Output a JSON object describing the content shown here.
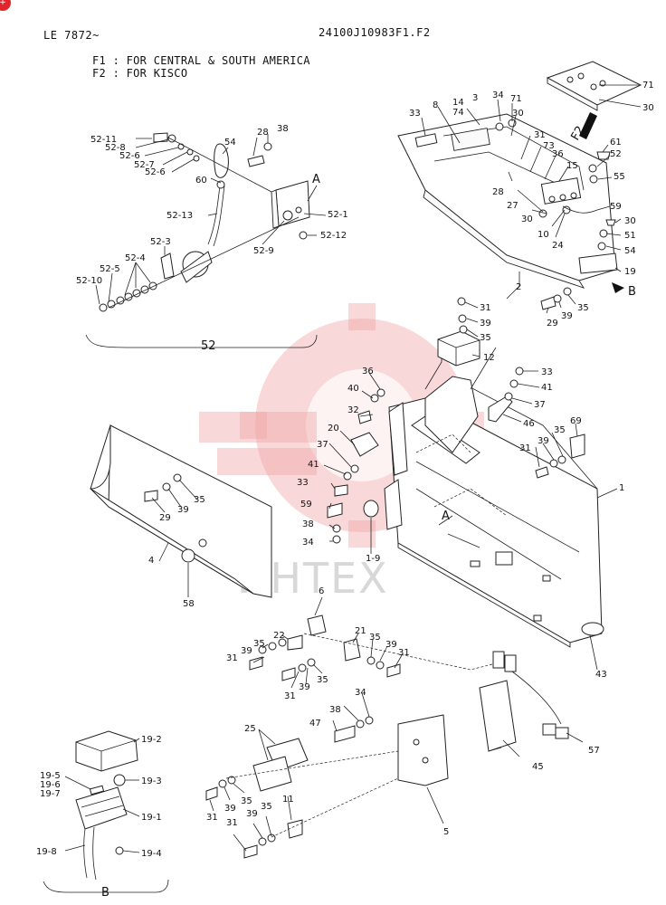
{
  "header": {
    "model": "LE 7872~",
    "drawing_number": "24100J10983F1.F2",
    "badge": "+"
  },
  "notes": [
    "F1 : FOR CENTRAL & SOUTH AMERICA",
    "F2 : FOR KISCO"
  ],
  "watermark": "ИНТЕХ",
  "groups": {
    "group_52": "52",
    "group_b": "B",
    "arrow_b": "B",
    "arrow_a_top": "A",
    "arrow_a_main": "A",
    "f2_marker": "F2"
  },
  "callouts": {
    "c52_11": "52-11",
    "c52_8": "52-8",
    "c52_6a": "52-6",
    "c52_7": "52-7",
    "c52_6b": "52-6",
    "c54a": "54",
    "c28a": "28",
    "c38a": "38",
    "c60": "60",
    "c52_13": "52-13",
    "c52_1": "52-1",
    "c52_9": "52-9",
    "c52_12": "52-12",
    "c52_3": "52-3",
    "c52_4": "52-4",
    "c52_5": "52-5",
    "c52_10": "52-10",
    "c33a": "33",
    "c8": "8",
    "c14": "14",
    "c74": "74",
    "c3": "3",
    "c34a": "34",
    "c71a": "71",
    "c30a": "30",
    "c71b": "71",
    "c30b": "30",
    "c31a": "31",
    "c73": "73",
    "c36a": "36",
    "c15": "15",
    "c61": "61",
    "c52": "52",
    "c55": "55",
    "c28b": "28",
    "c27": "27",
    "c30c": "30",
    "c10": "10",
    "c24": "24",
    "c59a": "59",
    "c30d": "30",
    "c51": "51",
    "c54b": "54",
    "c19": "19",
    "c2": "2",
    "c31b": "31",
    "c39a": "39",
    "c35a": "35",
    "c29a": "29",
    "c39b": "39",
    "c35b": "35",
    "c12": "12",
    "c36b": "36",
    "c40": "40",
    "c33b": "33",
    "c41a": "41",
    "c37a": "37",
    "c32": "32",
    "c46": "46",
    "c20": "20",
    "c37b": "37",
    "c41b": "41",
    "c33c": "33",
    "c35c": "35",
    "c69": "69",
    "c39c": "39",
    "c31c": "31",
    "c1": "1",
    "c59b": "59",
    "c38b": "38",
    "c34b": "34",
    "c1_9": "1-9",
    "c29b": "29",
    "c39d": "39",
    "c35d": "35",
    "c4": "4",
    "c58": "58",
    "c43": "43",
    "c6": "6",
    "c35e": "35",
    "c22": "22",
    "c21": "21",
    "c35f": "35",
    "c39e": "39",
    "c39f": "39",
    "c31d": "31",
    "c31e": "31",
    "c35g": "35",
    "c39g": "39",
    "c31f": "31",
    "c38c": "38",
    "c34c": "34",
    "c47": "47",
    "c25": "25",
    "c45": "45",
    "c57": "57",
    "c31g": "31",
    "c39h": "39",
    "c35h": "35",
    "c11": "11",
    "c31h": "31",
    "c39i": "39",
    "c35i": "35",
    "c5": "5",
    "c19_2": "19-2",
    "c19_5": "19-5",
    "c19_6": "19-6",
    "c19_7": "19-7",
    "c19_3": "19-3",
    "c19_1": "19-1",
    "c19_8": "19-8",
    "c19_4": "19-4"
  }
}
